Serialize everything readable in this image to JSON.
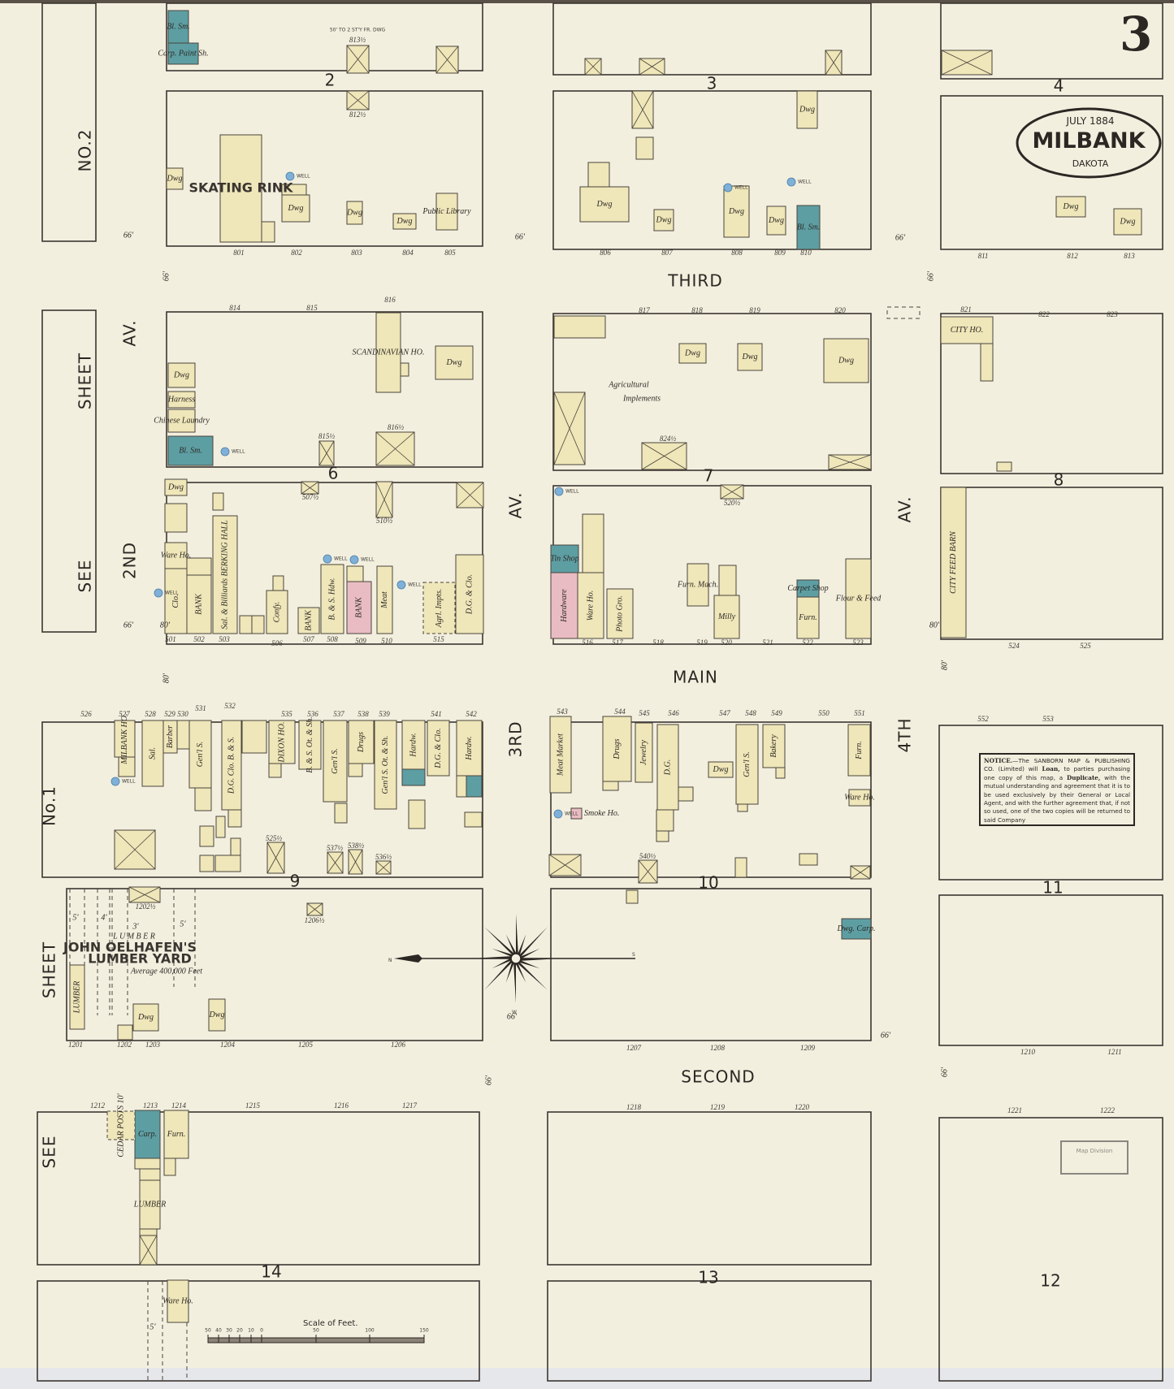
{
  "sheet_number": "3",
  "title_stamp": {
    "date": "JULY 1884",
    "town": "MILBANK",
    "territory": "DAKOTA"
  },
  "streets": {
    "third": "THIRD",
    "main": "MAIN",
    "second": "SECOND",
    "second_av": [
      "2ND",
      "AV."
    ],
    "third_av": [
      "3RD",
      "AV."
    ],
    "fourth_av": [
      "4TH",
      "AV."
    ]
  },
  "sheet_refs": {
    "upper_left": [
      "SEE",
      "SHEET",
      "NO.2"
    ],
    "lower_left": [
      "SEE",
      "SHEET",
      "No.1"
    ]
  },
  "block_numbers": [
    "2",
    "3",
    "4",
    "6",
    "7",
    "8",
    "9",
    "10",
    "11",
    "14",
    "13",
    "12"
  ],
  "buildings": [
    {
      "label": "Bl. Sm.",
      "color": "blue"
    },
    {
      "label": "Carp. Paint Sh.",
      "color": "blue"
    },
    {
      "label": "SKATING RINK",
      "color": "yellow"
    },
    {
      "label": "Dwg",
      "color": "yellow"
    },
    {
      "label": "Dwg",
      "color": "yellow"
    },
    {
      "label": "Dwg",
      "color": "yellow"
    },
    {
      "label": "Dwg",
      "color": "yellow"
    },
    {
      "label": "Public Library",
      "color": "yellow"
    },
    {
      "label": "Dwg",
      "color": "yellow"
    },
    {
      "label": "Dwg",
      "color": "yellow"
    },
    {
      "label": "Dwg",
      "color": "yellow"
    },
    {
      "label": "Dwg",
      "color": "yellow"
    },
    {
      "label": "Dwg",
      "color": "yellow"
    },
    {
      "label": "Bl. Sm.",
      "color": "blue"
    },
    {
      "label": "Dwg",
      "color": "yellow"
    },
    {
      "label": "Dwg",
      "color": "yellow"
    },
    {
      "label": "Dwg",
      "color": "yellow"
    },
    {
      "label": "Harness",
      "color": "yellow"
    },
    {
      "label": "Chinese Laundry",
      "color": "yellow"
    },
    {
      "label": "Bl. Sm.",
      "color": "blue"
    },
    {
      "label": "SCANDINAVIAN HO.",
      "color": "yellow"
    },
    {
      "label": "Dwg",
      "color": "yellow"
    },
    {
      "label": "Dwg",
      "color": "yellow"
    },
    {
      "label": "Dwg",
      "color": "yellow"
    },
    {
      "label": "Dwg",
      "color": "yellow"
    },
    {
      "label": "CITY HO.",
      "color": "yellow"
    },
    {
      "label": "Dwg",
      "color": "yellow"
    },
    {
      "label": "Ware Ho.",
      "color": "yellow"
    },
    {
      "label": "Clo.",
      "color": "yellow"
    },
    {
      "label": "BANK",
      "color": "yellow"
    },
    {
      "label": "Sal. & Billiards BERKING HALL",
      "color": "yellow"
    },
    {
      "label": "Confy.",
      "color": "yellow"
    },
    {
      "label": "BANK",
      "color": "yellow"
    },
    {
      "label": "B. & S. Hdw.",
      "color": "yellow"
    },
    {
      "label": "BANK",
      "color": "pink"
    },
    {
      "label": "Meat",
      "color": "yellow"
    },
    {
      "label": "Agrl. Impts.",
      "color": "yellow"
    },
    {
      "label": "D.G. & Clo.",
      "color": "yellow"
    },
    {
      "label": "Tin Shop",
      "color": "blue"
    },
    {
      "label": "Hardware",
      "color": "pink"
    },
    {
      "label": "Ware Ho.",
      "color": "yellow"
    },
    {
      "label": "Photo Gro.",
      "color": "yellow"
    },
    {
      "label": "Furn. Mach.",
      "color": "yellow"
    },
    {
      "label": "Milly",
      "color": "yellow"
    },
    {
      "label": "Carpet Shop",
      "color": "blue"
    },
    {
      "label": "Furn.",
      "color": "yellow"
    },
    {
      "label": "Flour & Feed",
      "color": "yellow"
    },
    {
      "label": "CITY FEED BARN",
      "color": "yellow"
    },
    {
      "label": "MILBANK HO.",
      "color": "yellow"
    },
    {
      "label": "Sal.",
      "color": "yellow"
    },
    {
      "label": "Barber",
      "color": "yellow"
    },
    {
      "label": "Gen'l S.",
      "color": "yellow"
    },
    {
      "label": "D.G. Clo. B. & S.",
      "color": "yellow"
    },
    {
      "label": "DIXON HO.",
      "color": "yellow"
    },
    {
      "label": "B. & S. Ot. & Sh.",
      "color": "yellow"
    },
    {
      "label": "Gen'l S.",
      "color": "yellow"
    },
    {
      "label": "Drugs",
      "color": "yellow"
    },
    {
      "label": "Gen'l S. Ot. & Sh.",
      "color": "yellow"
    },
    {
      "label": "Hardw.",
      "color": "yellow"
    },
    {
      "label": "D.G. & Clo.",
      "color": "yellow"
    },
    {
      "label": "Hardw.",
      "color": "yellow"
    },
    {
      "label": "Meat Market",
      "color": "yellow"
    },
    {
      "label": "Drugs",
      "color": "yellow"
    },
    {
      "label": "Jewelry",
      "color": "yellow"
    },
    {
      "label": "D.G.",
      "color": "yellow"
    },
    {
      "label": "Dwg",
      "color": "yellow"
    },
    {
      "label": "Gen'l S.",
      "color": "yellow"
    },
    {
      "label": "Bakery",
      "color": "yellow"
    },
    {
      "label": "Furn.",
      "color": "yellow"
    },
    {
      "label": "Ware Ho.",
      "color": "yellow"
    },
    {
      "label": "Smoke Ho.",
      "color": "pink"
    },
    {
      "label": "LUMBER",
      "color": "yellow"
    },
    {
      "label": "Dwg",
      "color": "yellow"
    },
    {
      "label": "Dwg",
      "color": "yellow"
    },
    {
      "label": "Dwg. Carp.",
      "color": "blue"
    },
    {
      "label": "Carp.",
      "color": "blue"
    },
    {
      "label": "Furn.",
      "color": "yellow"
    },
    {
      "label": "CEDAR POSTS 10'",
      "color": "none"
    },
    {
      "label": "LUMBER",
      "color": "yellow"
    },
    {
      "label": "Ware Ho.",
      "color": "yellow"
    }
  ],
  "map_labels": {
    "agricultural_implements": [
      "Agricultural",
      "Implements"
    ],
    "fr_dwg_note": "50' TO 2 ST'Y FR. DWG",
    "lumber_yard": [
      "JOHN OELHAFEN'S",
      "LUMBER YARD"
    ],
    "lumber_yard_note": "Average 400,000 Feet",
    "lumber_letters": "L  U  M  B  E  R",
    "lumber_bay_widths": [
      "5'",
      "4'",
      "3'",
      "5'",
      "5'"
    ],
    "well": "WELL",
    "street_widths": [
      "66'",
      "66'",
      "66'",
      "66'",
      "80'",
      "80'",
      "66'",
      "66'",
      "66'",
      "66'",
      "66'",
      "66'",
      "80'",
      "80'"
    ]
  },
  "addresses": [
    "801",
    "802",
    "803",
    "804",
    "805",
    "806",
    "807",
    "808",
    "809",
    "810",
    "811",
    "812",
    "813",
    "814",
    "815",
    "816",
    "817",
    "818",
    "819",
    "820",
    "821",
    "822",
    "823",
    "501",
    "502",
    "503",
    "506",
    "507",
    "508",
    "509",
    "510",
    "515",
    "516",
    "517",
    "518",
    "519",
    "520",
    "521",
    "522",
    "523",
    "524",
    "525",
    "526",
    "527",
    "528",
    "529",
    "530",
    "531",
    "532",
    "535",
    "536",
    "537",
    "538",
    "539",
    "541",
    "542",
    "543",
    "544",
    "545",
    "546",
    "547",
    "548",
    "549",
    "550",
    "551",
    "552",
    "553",
    "1201",
    "1202",
    "1203",
    "1204",
    "1205",
    "1206",
    "1207",
    "1208",
    "1209",
    "1210",
    "1211",
    "1212",
    "1213",
    "1214",
    "1215",
    "1216",
    "1217",
    "1218",
    "1219",
    "1220",
    "1221",
    "1222",
    "813½",
    "812½",
    "815½",
    "816½",
    "507½",
    "510½",
    "520½",
    "824½",
    "525½",
    "537½",
    "538½",
    "536½",
    "540½",
    "1202½",
    "1206½"
  ],
  "compass": {
    "north_letter": "N",
    "south_letter": "S",
    "west_letter": "W"
  },
  "scale": {
    "title": "Scale of Feet.",
    "ticks": [
      "50",
      "40",
      "30",
      "20",
      "10",
      "0",
      "50",
      "100",
      "150"
    ]
  },
  "notice": {
    "heading": "NOTICE.",
    "text_1": "—The SANBORN MAP & PUBLISHING CO. (Limited) will ",
    "loan": "Loan,",
    "text_2": " to parties purchasing one copy of this map, a ",
    "duplicate": "Duplicate,",
    "text_3": " with the mutual understanding and agreement that it is to be used exclusively by their General or Local Agent, and with the further agreement that, if not so used, one of the two copies will be returned to said Company"
  },
  "library_stamp": "Map Division",
  "colors": {
    "paper": "#f3efdf",
    "frame_building": "#efe6b9",
    "brick_stone": "#5d9ea3",
    "adobe_pink": "#e9bcc3",
    "ink": "#3b3631"
  }
}
